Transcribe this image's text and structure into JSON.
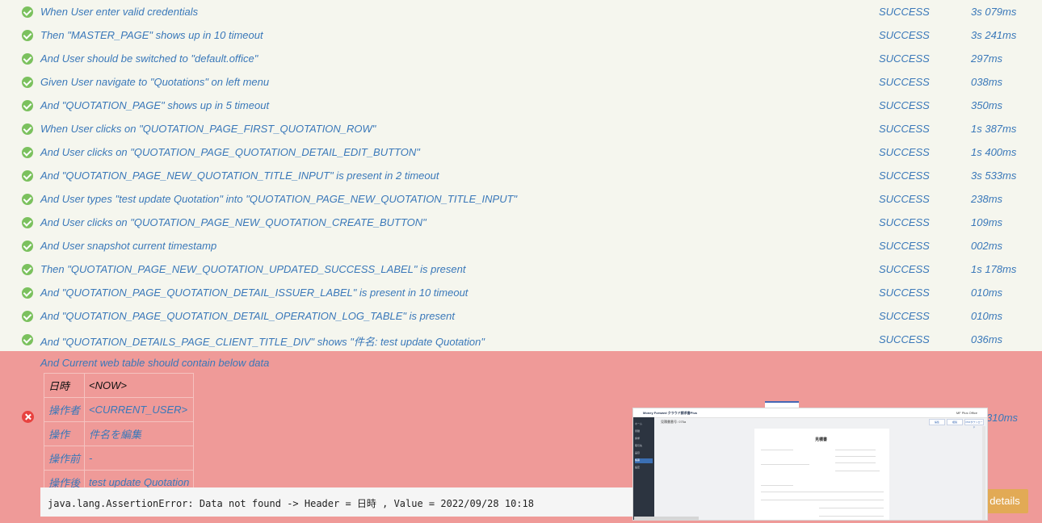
{
  "steps": [
    {
      "text": "When User enter valid credentials",
      "status": "SUCCESS",
      "duration": "3s 079ms"
    },
    {
      "text": "Then \"MASTER_PAGE\" shows up in 10 timeout",
      "status": "SUCCESS",
      "duration": "3s 241ms"
    },
    {
      "text": "And User should be switched to \"default.office\"",
      "status": "SUCCESS",
      "duration": "297ms"
    },
    {
      "text": "Given User navigate to \"Quotations\" on left menu",
      "status": "SUCCESS",
      "duration": "038ms"
    },
    {
      "text": "And \"QUOTATION_PAGE\" shows up in 5 timeout",
      "status": "SUCCESS",
      "duration": "350ms"
    },
    {
      "text": "When User clicks on \"QUOTATION_PAGE_FIRST_QUOTATION_ROW\"",
      "status": "SUCCESS",
      "duration": "1s 387ms"
    },
    {
      "text": "And User clicks on \"QUOTATION_PAGE_QUOTATION_DETAIL_EDIT_BUTTON\"",
      "status": "SUCCESS",
      "duration": "1s 400ms"
    },
    {
      "text": "And \"QUOTATION_PAGE_NEW_QUOTATION_TITLE_INPUT\" is present in 2 timeout",
      "status": "SUCCESS",
      "duration": "3s 533ms"
    },
    {
      "text": "And User types \"test update Quotation\" into \"QUOTATION_PAGE_NEW_QUOTATION_TITLE_INPUT\"",
      "status": "SUCCESS",
      "duration": "238ms"
    },
    {
      "text": "And User clicks on \"QUOTATION_PAGE_NEW_QUOTATION_CREATE_BUTTON\"",
      "status": "SUCCESS",
      "duration": "109ms"
    },
    {
      "text": "And User snapshot current timestamp",
      "status": "SUCCESS",
      "duration": "002ms"
    },
    {
      "text": "Then \"QUOTATION_PAGE_NEW_QUOTATION_UPDATED_SUCCESS_LABEL\" is present",
      "status": "SUCCESS",
      "duration": "1s 178ms"
    },
    {
      "text": "And \"QUOTATION_PAGE_QUOTATION_DETAIL_ISSUER_LABEL\" is present in 10 timeout",
      "status": "SUCCESS",
      "duration": "010ms"
    },
    {
      "text": "And \"QUOTATION_PAGE_QUOTATION_DETAIL_OPERATION_LOG_TABLE\" is present",
      "status": "SUCCESS",
      "duration": "010ms"
    },
    {
      "text": "And \"QUOTATION_DETAILS_PAGE_CLIENT_TITLE_DIV\" shows \"件名: test update Quotation\"",
      "status": "SUCCESS",
      "duration": "036ms"
    }
  ],
  "failed_step": {
    "title": "And Current web table should contain below data",
    "duration": "310ms",
    "table": [
      {
        "key": "日時",
        "value": "<NOW>"
      },
      {
        "key": "操作者",
        "value": "<CURRENT_USER>"
      },
      {
        "key": "操作",
        "value": "件名を編集"
      },
      {
        "key": "操作前",
        "value": "-"
      },
      {
        "key": "操作後",
        "value": "test update Quotation"
      }
    ],
    "error": "java.lang.AssertionError: Data not found -> Header = 日時 , Value = 2022/09/28 10:18",
    "details_label": "details"
  },
  "thumbnail": {
    "brand": "Money Forward クラウド請求書Plus",
    "user": "MF Plus Office",
    "breadcrumb": "見積書番号: 075a",
    "buttons": [
      "編集",
      "複製",
      "PDFダウンロード"
    ],
    "doc_title": "見積書",
    "sidebar": [
      "ホーム",
      "見積",
      "請求",
      "取引先",
      "品目",
      "帳票",
      "設定"
    ]
  },
  "colors": {
    "success_bg": "#f5f6ee",
    "failed_bg": "#ef9a98",
    "text_blue": "#3a78b9",
    "check_green": "#7bc15e",
    "fail_red": "#e8423f",
    "details_button": "#e2aa55"
  }
}
